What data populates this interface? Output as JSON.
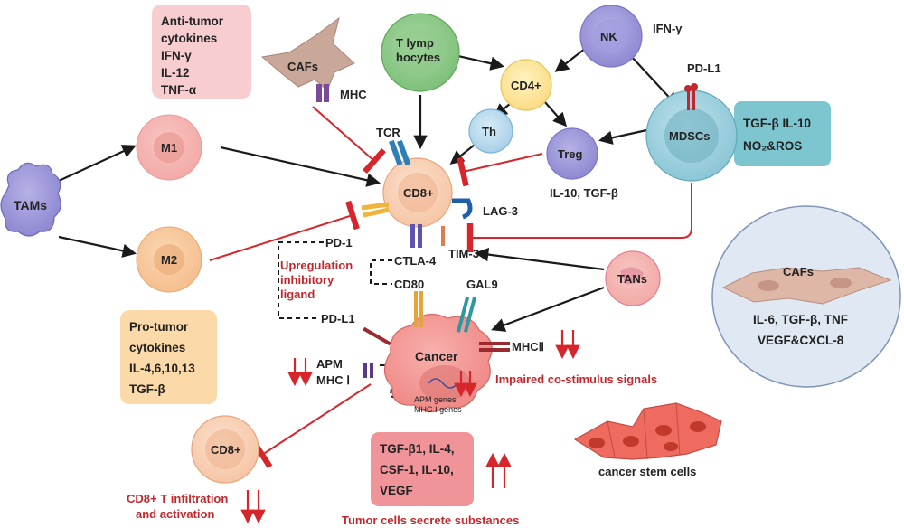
{
  "cells": {
    "tams": "TAMs",
    "m1": "M1",
    "m2": "M2",
    "cafs_top": "CAFs",
    "t_lymphocytes_line1": "T lymp",
    "t_lymphocytes_line2": "hocytes",
    "nk": "NK",
    "cd4": "CD4+",
    "th": "Th",
    "treg": "Treg",
    "mdscs": "MDSCs",
    "cd8_center": "CD8+",
    "cd8_bottom": "CD8+",
    "cancer": "Cancer",
    "tans": "TANs",
    "cafs_right": "CAFs"
  },
  "receptors": {
    "mhc_top": "MHC",
    "tcr": "TCR",
    "lag3": "LAG-3",
    "pd1": "PD-1",
    "ctla4": "CTLA-4",
    "tim3": "TIM-3",
    "cd80": "CD80",
    "gal9": "GAL9",
    "pdl1_bottom": "PD-L1",
    "pdl1_top": "PD-L1",
    "mhc2": "MHCⅡ",
    "apm": "APM",
    "mhc1": "MHC Ⅰ",
    "ifn_nk": "IFN-γ",
    "apm_genes": "APM genes",
    "mhc1_genes": "MHC Ⅰ genes"
  },
  "boxes": {
    "anti_tumor": [
      "Anti-tumor",
      "cytokines",
      "IFN-γ",
      "IL-12",
      "TNF-α"
    ],
    "mdsc_box": [
      "TGF-β IL-10",
      "NO₂&ROS"
    ],
    "pro_tumor": [
      "Pro-tumor",
      "cytokines",
      "IL-4,6,10,13",
      "TGF-β"
    ],
    "tumor_secrete": [
      "TGF-β1, IL-4,",
      "CSF-1, IL-10,",
      "VEGF"
    ],
    "cafs_ellipse": [
      "IL-6, TGF-β, TNF",
      "VEGF&CXCL-8"
    ]
  },
  "annotations": {
    "treg_cytokines": "IL-10, TGF-β",
    "upregulation": [
      "Upregulation",
      "inhibitory",
      "ligand"
    ],
    "impaired": "Impaired co-stimulus signals",
    "cd8_infiltration": [
      "CD8+ T infiltration",
      "and activation"
    ],
    "tumor_secrete_caption": "Tumor cells secrete substances",
    "cancer_stem_cells": "cancer stem cells"
  },
  "colors": {
    "inhibit_red": "#d6262b",
    "arrow_black": "#1a1a1a",
    "label_red": "#c0282d",
    "anti_tumor_box": "#f7cdd0",
    "mdsc_box": "#7ec6cf",
    "pro_tumor_box": "#fbd9a8",
    "tumor_secrete_box": "#f0949a",
    "cafs_ellipse": "#dfe8f3"
  }
}
